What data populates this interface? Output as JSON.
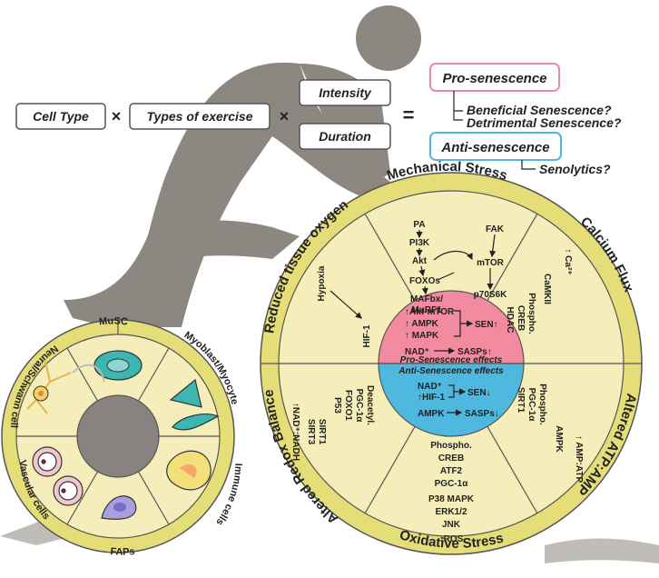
{
  "formula": {
    "cell_type": "Cell Type",
    "times1": "×",
    "types_of_exercise": "Types of exercise",
    "times2": "×",
    "intensity": "Intensity",
    "duration": "Duration",
    "equals": "="
  },
  "outcomes": {
    "pro": "Pro-senescence",
    "beneficial": "Beneficial Senescence?",
    "detrimental": "Detrimental Senescence?",
    "anti": "Anti-senescence",
    "senolytics": "Senolytics?"
  },
  "cell_wheel": {
    "sectors": [
      "MuSC",
      "Myoblast/Myocyte",
      "Immune cells",
      "FAPs",
      "Vascular cells",
      "Neural/Schwann cell"
    ]
  },
  "big_wheel": {
    "sectors": [
      "Mechanical Stress",
      "Calcium Flux",
      "Altered ATP:AMP",
      "Oxidative Stress",
      "Altered Redox Balance",
      "Reduced tissue oxygen"
    ],
    "mechanical": [
      "PA",
      "PI3K",
      "Akt",
      "FOXOs",
      "MAFbx/",
      "MuRF1",
      "FAK",
      "mTOR",
      "p70S6K"
    ],
    "hypoxia": [
      "Hypoxia",
      "HIF-1"
    ],
    "calcium": [
      "↑ Ca²⁺",
      "CaMKII",
      "Phospho.",
      "CREB",
      "HDAC"
    ],
    "atp": [
      "Phospho.",
      "PGC-1α",
      "SIRT1",
      "AMPK",
      "↑ AMP:ATP"
    ],
    "oxidative": [
      "Phospho.",
      "CREB",
      "ATF2",
      "PGC-1α",
      "P38 MAPK",
      "ERK1/2",
      "JNK",
      "↑ROS"
    ],
    "redox": [
      "Deacetyl.",
      "PGC-1α",
      "FOXO1",
      "P53",
      "SIRT1",
      "SIRT3",
      "↑NAD⁺:NADH"
    ]
  },
  "center": {
    "pro_lines": [
      "↑Akt-mTOR",
      "↑ AMPK",
      "↑ MAPK"
    ],
    "pro_sen": "SEN↑",
    "pro_nad": "NAD⁺",
    "pro_sasps": "SASPs↑",
    "pro_title": "Pro-Senescence effects",
    "anti_title": "Anti-Senescence effects",
    "anti_lines": [
      "NAD⁺",
      "↑HIF-1"
    ],
    "anti_sen": "SEN↓",
    "anti_ampk": "AMPK",
    "anti_sasps": "SASPs↓"
  },
  "colors": {
    "silhouette": "#8c8780",
    "wheel_fill": "#f5eebb",
    "wheel_ring": "#e5de78",
    "pro_center": "#f28aa0",
    "anti_center": "#4fb8df",
    "pro_box_border": "#e98aa0",
    "anti_box_border": "#4fb8df"
  }
}
